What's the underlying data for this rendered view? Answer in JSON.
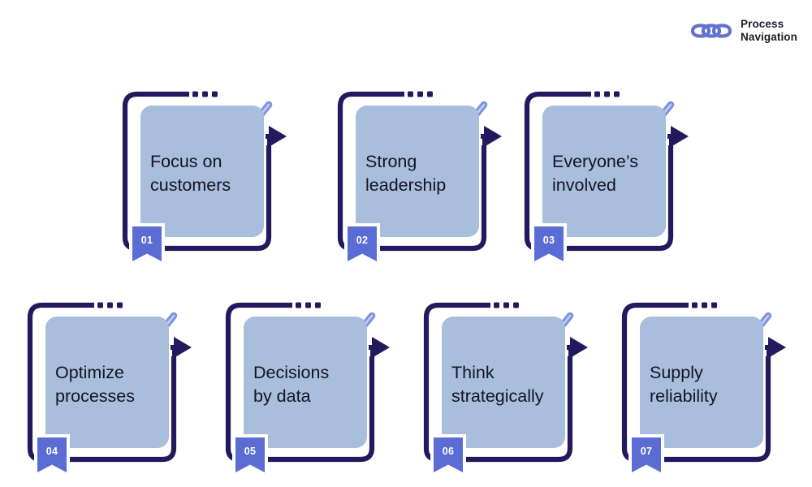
{
  "brand": {
    "name": "Process\nNavigation",
    "logo_icon": "chain-links-logo-icon",
    "logo_color": "#6272cf",
    "text_color": "#1d1d2b"
  },
  "theme": {
    "background": "#ffffff",
    "card_fill": "#a9bddc",
    "outline_navy": "#231a5e",
    "accent_blue": "#5b6cd4",
    "check_blue": "#7e92e0",
    "badge_text": "#ffffff",
    "card_text": "#141423"
  },
  "diagram": {
    "type": "process-steps",
    "title": "",
    "step_count": 7,
    "rows": 2,
    "columns": [
      3,
      4
    ],
    "steps": [
      {
        "number": "01",
        "label": "Focus on\ncustomers",
        "check_icon": "checkmark-icon",
        "dots_icon": "ellipsis-dots-icon",
        "arrow_icon": "arrow-right-icon"
      },
      {
        "number": "02",
        "label": "Strong\nleadership",
        "check_icon": "checkmark-icon",
        "dots_icon": "ellipsis-dots-icon",
        "arrow_icon": "arrow-right-icon"
      },
      {
        "number": "03",
        "label": "Everyone’s\ninvolved",
        "check_icon": "checkmark-icon",
        "dots_icon": "ellipsis-dots-icon",
        "arrow_icon": "arrow-right-icon"
      },
      {
        "number": "04",
        "label": "Optimize\nprocesses",
        "check_icon": "checkmark-icon",
        "dots_icon": "ellipsis-dots-icon",
        "arrow_icon": "arrow-right-icon"
      },
      {
        "number": "05",
        "label": "Decisions\nby data",
        "check_icon": "checkmark-icon",
        "dots_icon": "ellipsis-dots-icon",
        "arrow_icon": "arrow-right-icon"
      },
      {
        "number": "06",
        "label": "Think\nstrategically",
        "check_icon": "checkmark-icon",
        "dots_icon": "ellipsis-dots-icon",
        "arrow_icon": "arrow-right-icon"
      },
      {
        "number": "07",
        "label": "Supply\nreliability",
        "check_icon": "checkmark-icon",
        "dots_icon": "ellipsis-dots-icon",
        "arrow_icon": "arrow-right-icon"
      }
    ]
  }
}
